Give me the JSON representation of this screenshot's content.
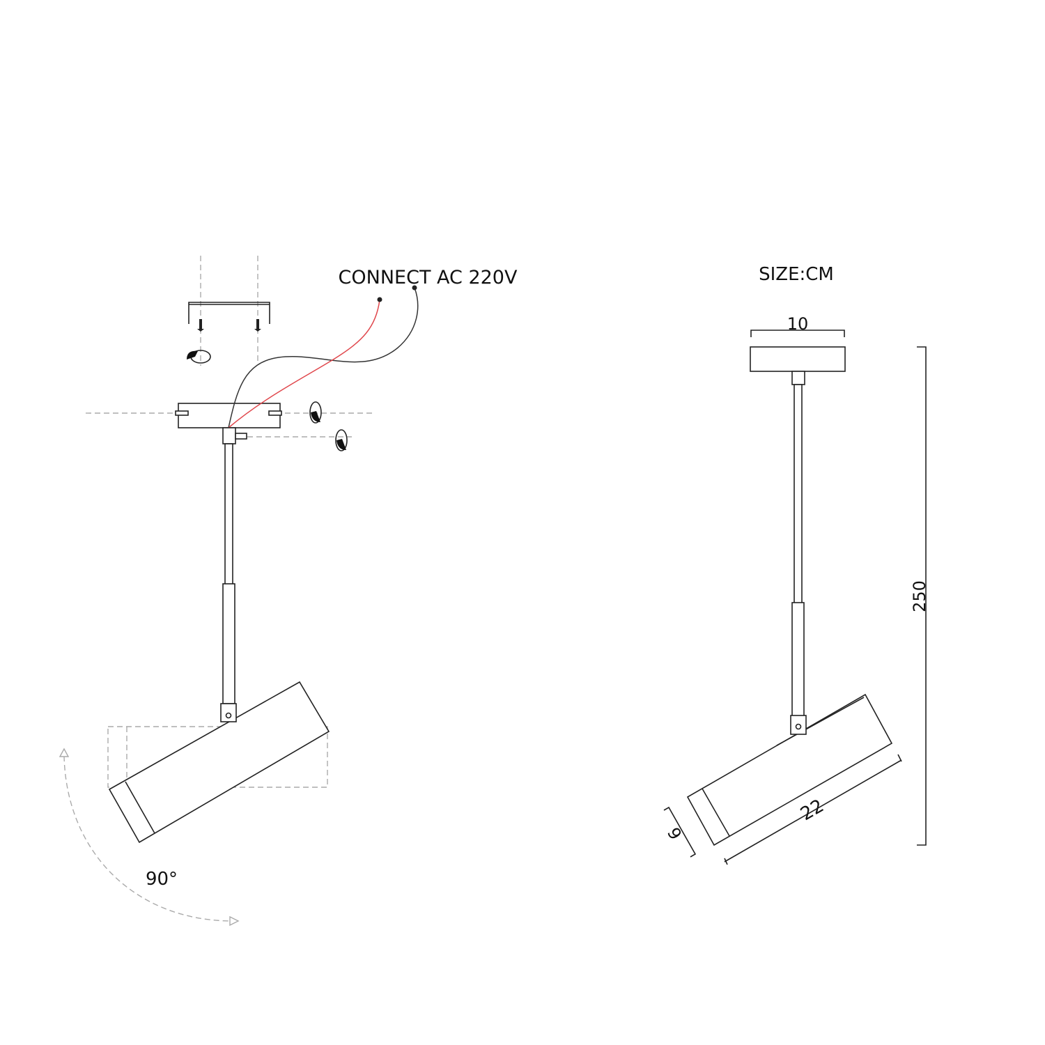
{
  "labels": {
    "connect": "CONNECT AC 220V",
    "size": "SIZE:CM",
    "rotation": "90°"
  },
  "dimensions": {
    "canopy_width": "10",
    "total_height": "250",
    "head_length": "22",
    "head_diameter": "6"
  },
  "colors": {
    "live_wire": "#e0474c",
    "neutral_wire": "#333333",
    "line": "#222222",
    "dashed": "#aaaaaa"
  }
}
